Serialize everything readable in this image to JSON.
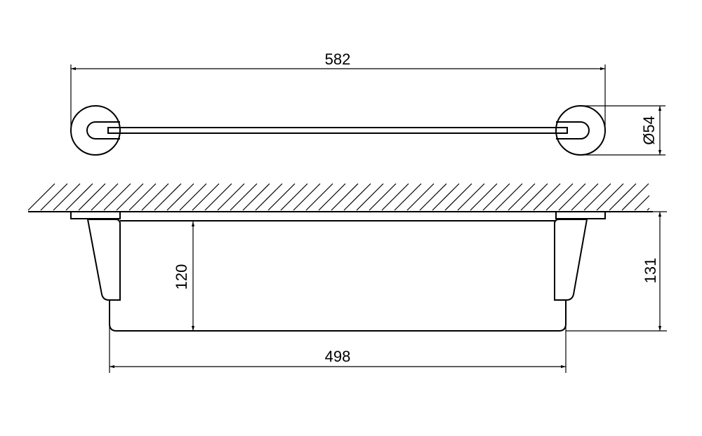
{
  "drawing": {
    "dimensions": {
      "overall_length": "582",
      "rosette_diameter": "Ø54",
      "bar_drop": "120",
      "total_depth": "131",
      "bar_length": "498"
    },
    "colors": {
      "line": "#000000",
      "background": "#ffffff"
    }
  }
}
